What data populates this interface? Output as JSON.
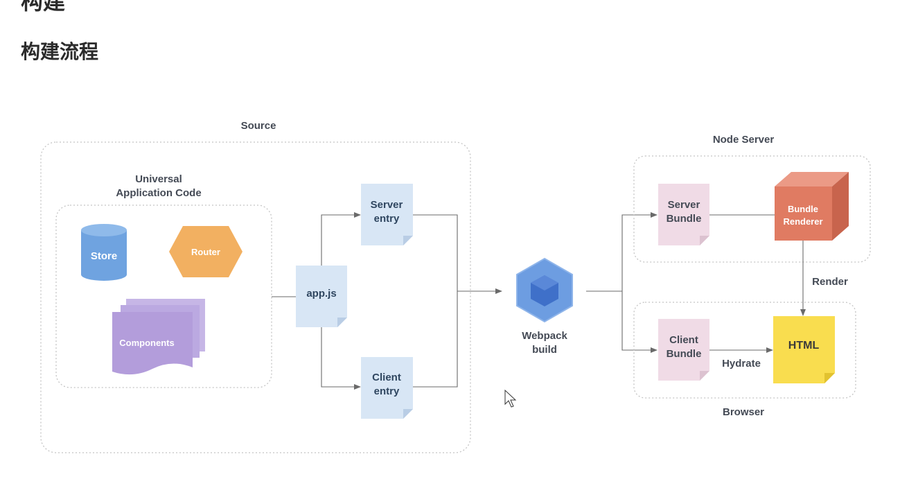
{
  "heading": {
    "partial": "构建",
    "title": "构建流程"
  },
  "diagram": {
    "source": {
      "label": "Source",
      "universal_label_line1": "Universal",
      "universal_label_line2": "Application Code",
      "store": "Store",
      "router": "Router",
      "components": "Components",
      "appjs": "app.js",
      "server_entry_line1": "Server",
      "server_entry_line2": "entry",
      "client_entry_line1": "Client",
      "client_entry_line2": "entry"
    },
    "webpack": {
      "line1": "Webpack",
      "line2": "build"
    },
    "node_server": {
      "label": "Node Server",
      "server_bundle_line1": "Server",
      "server_bundle_line2": "Bundle",
      "renderer_line1": "Bundle",
      "renderer_line2": "Renderer"
    },
    "render_label": "Render",
    "browser": {
      "label": "Browser",
      "client_bundle_line1": "Client",
      "client_bundle_line2": "Bundle",
      "hydrate": "Hydrate",
      "html": "HTML"
    }
  },
  "colors": {
    "store": "#6fa3e0",
    "router": "#f2b061",
    "components": "#b39ddb",
    "entry_doc": "#d8e6f5",
    "bundle_doc": "#f0dbe6",
    "renderer": "#e07b62",
    "html_note": "#f9dd4f",
    "webpack": "#6d9de1"
  }
}
